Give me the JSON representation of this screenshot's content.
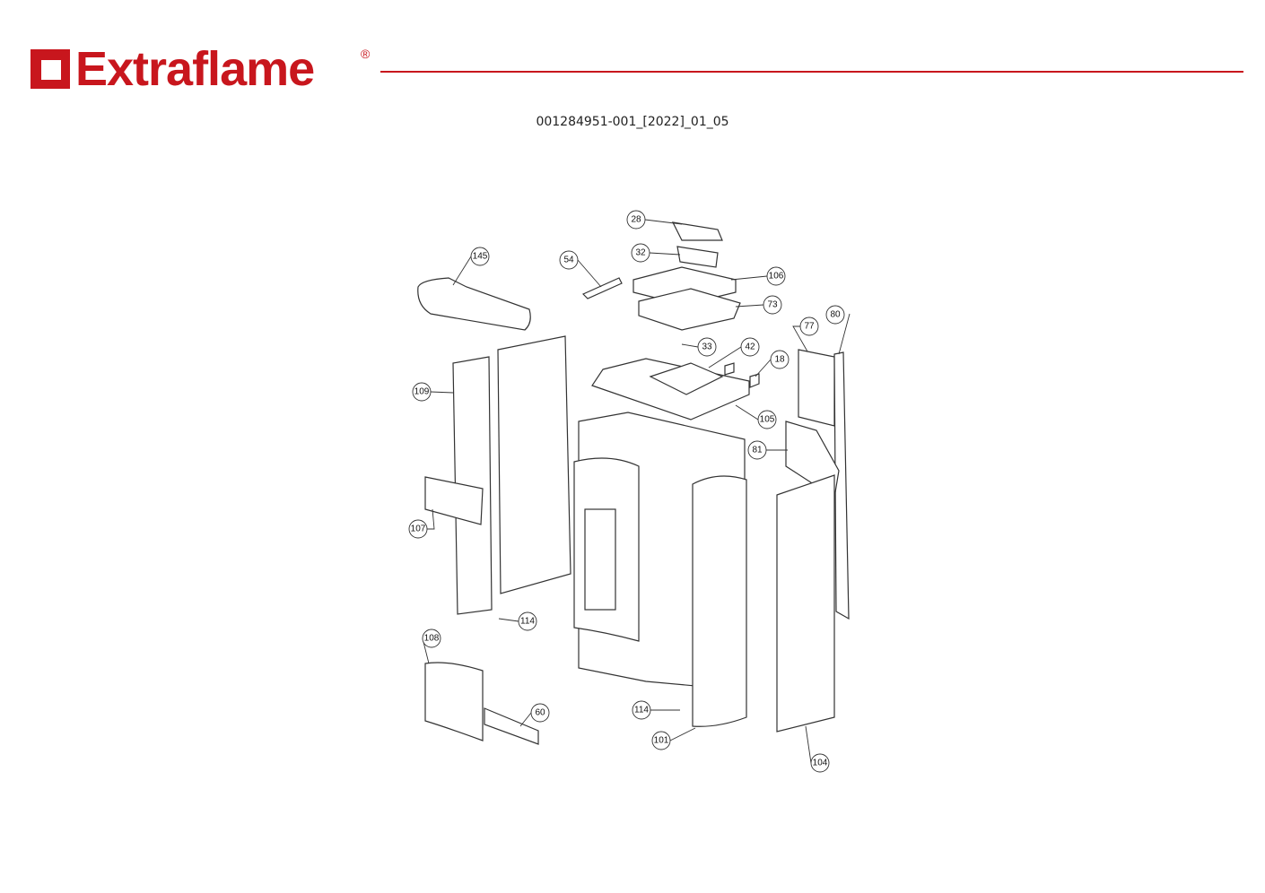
{
  "header": {
    "brand": "Extraflame",
    "registered_mark": "®",
    "document_id": "001284951-001_[2022]_01_05",
    "brand_color": "#c8161d"
  },
  "diagram": {
    "callouts": {
      "c28": "28",
      "c32": "32",
      "c54": "54",
      "c145": "145",
      "c106": "106",
      "c73": "73",
      "c80": "80",
      "c77": "77",
      "c33": "33",
      "c42": "42",
      "c18": "18",
      "c109": "109",
      "c105": "105",
      "c81": "81",
      "c107": "107",
      "c114a": "114",
      "c108": "108",
      "c60": "60",
      "c114b": "114",
      "c101": "101",
      "c104": "104"
    }
  }
}
